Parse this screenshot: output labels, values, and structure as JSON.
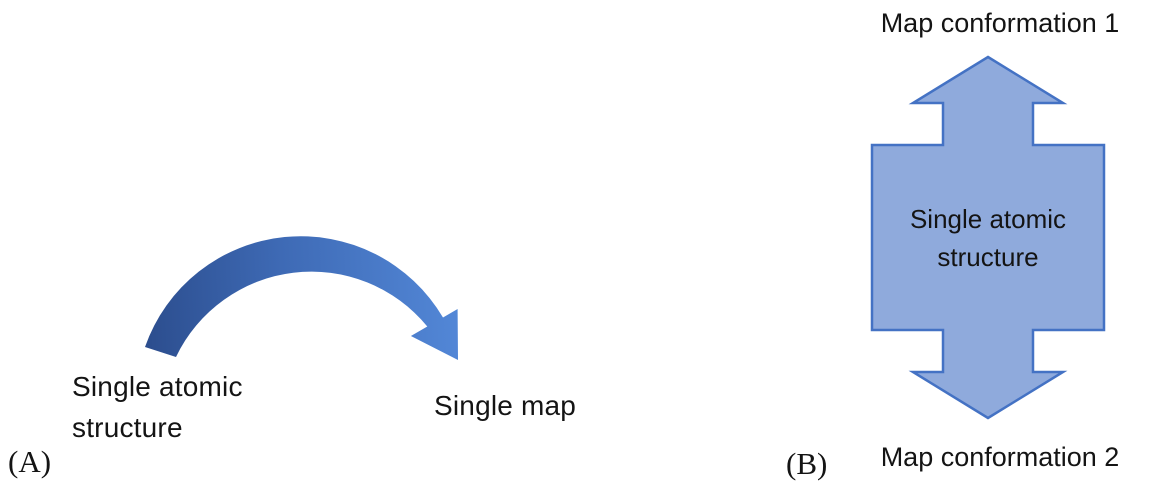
{
  "figure": {
    "background": "#ffffff",
    "text_color": "#141414"
  },
  "colors": {
    "arrow_gradient_start": "#2B4C8C",
    "arrow_gradient_mid": "#3E6AB5",
    "arrow_gradient_end": "#5388D8",
    "shape_fill": "#8FAADC",
    "shape_stroke": "#4472C4"
  },
  "panel_a": {
    "label": "(A)",
    "source": {
      "line1": "Single atomic",
      "line2": "structure"
    },
    "target": "Single map"
  },
  "panel_b": {
    "label": "(B)",
    "top_label": "Map conformation 1",
    "bottom_label": "Map conformation 2",
    "center": {
      "line1": "Single atomic",
      "line2": "structure"
    }
  }
}
